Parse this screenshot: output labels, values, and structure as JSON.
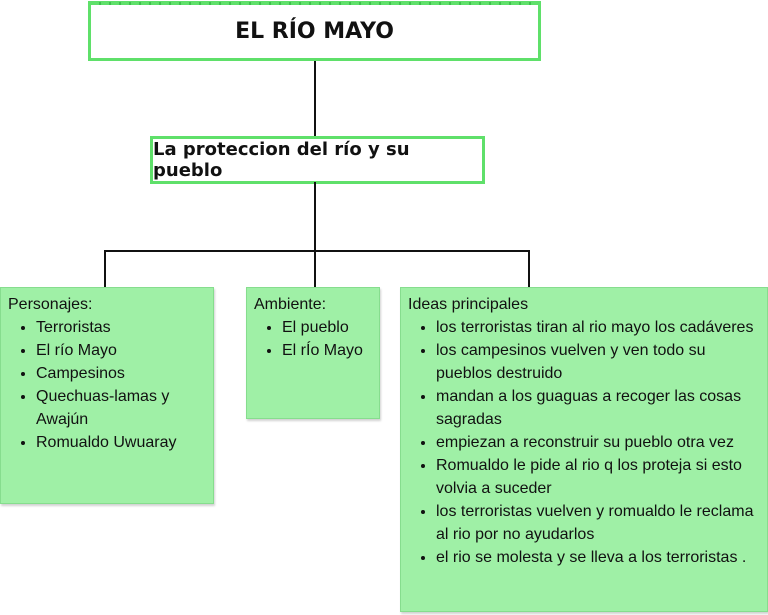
{
  "title": "EL RÍO MAYO",
  "subtitle": "La proteccion del río y su pueblo",
  "cards": [
    {
      "heading": "Personajes:",
      "items": [
        "Terroristas",
        "El río Mayo",
        "Campesinos",
        "Quechuas-lamas y Awajún",
        "Romualdo Uwuaray"
      ]
    },
    {
      "heading": "Ambiente:",
      "items": [
        "El pueblo",
        "El rÍo Mayo"
      ]
    },
    {
      "heading": "Ideas principales",
      "items": [
        "los terroristas tiran al rio mayo los cadáveres",
        "los campesinos vuelven y ven todo su pueblos destruido",
        "mandan a los guaguas a recoger las cosas sagradas",
        "empiezan a reconstruir su pueblo otra vez",
        "Romualdo le pide al rio q los proteja si esto volvia a suceder",
        "los terroristas vuelven y romualdo le reclama al rio por no ayudarlos",
        "el rio se molesta y se lleva a los terroristas ."
      ]
    }
  ],
  "colors": {
    "border": "#5fe06a",
    "card_fill": "#9ff0a6"
  }
}
